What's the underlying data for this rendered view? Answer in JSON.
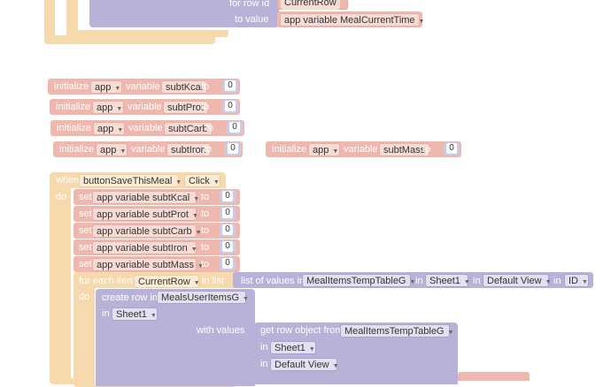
{
  "top_block": {
    "for_row_id_label": "for row id",
    "current_row_value": "CurrentRow",
    "to_value_label": "to value",
    "to_value_value": "app variable MealCurrentTime"
  },
  "init_blocks": [
    {
      "initialize": "initialize",
      "scope": "app",
      "variable": "variable",
      "name": "subtKcal",
      "to": "to",
      "value": "0"
    },
    {
      "initialize": "initialize",
      "scope": "app",
      "variable": "variable",
      "name": "subtProt",
      "to": "to",
      "value": "0"
    },
    {
      "initialize": "initialize",
      "scope": "app",
      "variable": "variable",
      "name": "subtCarb",
      "to": "to",
      "value": "0"
    },
    {
      "initialize": "initialize",
      "scope": "app",
      "variable": "variable",
      "name": "subtIron",
      "to": "to",
      "value": "0"
    },
    {
      "initialize": "initialize",
      "scope": "app",
      "variable": "variable",
      "name": "subtMass",
      "to": "to",
      "value": "0"
    }
  ],
  "event_block": {
    "when": "when",
    "component": "buttonSaveThisMeal",
    "event": "Click",
    "do": "do",
    "sets": [
      {
        "set": "set",
        "target": "app variable subtKcal",
        "to": "to",
        "value": "0"
      },
      {
        "set": "set",
        "target": "app variable subtProt",
        "to": "to",
        "value": "0"
      },
      {
        "set": "set",
        "target": "app variable subtCarb",
        "to": "to",
        "value": "0"
      },
      {
        "set": "set",
        "target": "app variable subtIron",
        "to": "to",
        "value": "0"
      },
      {
        "set": "set",
        "target": "app variable subtMass",
        "to": "to",
        "value": "0"
      }
    ],
    "for_each": {
      "label": "for each item",
      "item": "CurrentRow",
      "in_list": "in list",
      "list_of_values": "list of values in",
      "table": "MealItemsTempTableG",
      "in1": "in",
      "sheet": "Sheet1",
      "in2": "in",
      "view": "Default View",
      "in3": "in",
      "column": "ID",
      "do": "do"
    },
    "create_row": {
      "label": "create row in",
      "table": "MealsUserItemsG",
      "in": "in",
      "sheet": "Sheet1",
      "with_values": "with values",
      "get_row_object": "get row object from",
      "get_table": "MealItemsTempTableG",
      "get_in1": "in",
      "get_sheet": "Sheet1",
      "get_in2": "in",
      "get_view": "Default View"
    }
  }
}
